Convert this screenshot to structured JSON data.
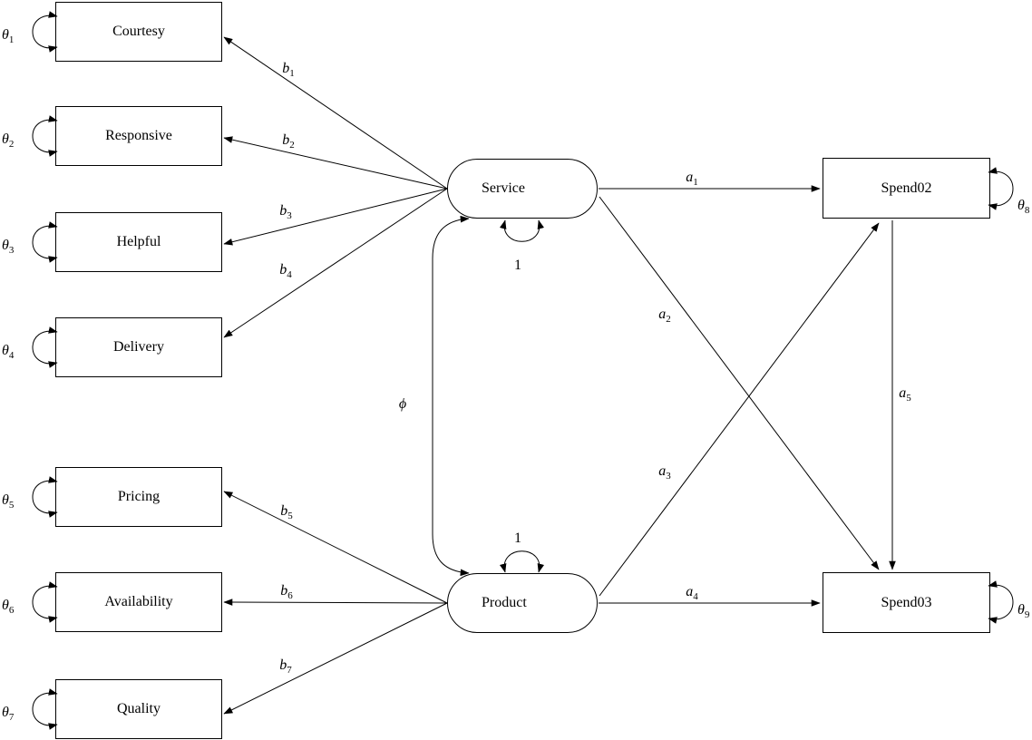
{
  "colors": {
    "ink": "#000000",
    "background": "#ffffff"
  },
  "nodes": {
    "courtesy": {
      "label": "Courtesy"
    },
    "responsive": {
      "label": "Responsive"
    },
    "helpful": {
      "label": "Helpful"
    },
    "delivery": {
      "label": "Delivery"
    },
    "pricing": {
      "label": "Pricing"
    },
    "availability": {
      "label": "Availability"
    },
    "quality": {
      "label": "Quality"
    },
    "service": {
      "label": "Service"
    },
    "product": {
      "label": "Product"
    },
    "spend02": {
      "label": "Spend02"
    },
    "spend03": {
      "label": "Spend03"
    }
  },
  "error_terms": {
    "theta1": {
      "base": "θ",
      "sub": "1"
    },
    "theta2": {
      "base": "θ",
      "sub": "2"
    },
    "theta3": {
      "base": "θ",
      "sub": "3"
    },
    "theta4": {
      "base": "θ",
      "sub": "4"
    },
    "theta5": {
      "base": "θ",
      "sub": "5"
    },
    "theta6": {
      "base": "θ",
      "sub": "6"
    },
    "theta7": {
      "base": "θ",
      "sub": "7"
    },
    "theta8": {
      "base": "θ",
      "sub": "8"
    },
    "theta9": {
      "base": "θ",
      "sub": "9"
    }
  },
  "edge_labels": {
    "b1": {
      "base": "b",
      "sub": "1"
    },
    "b2": {
      "base": "b",
      "sub": "2"
    },
    "b3": {
      "base": "b",
      "sub": "3"
    },
    "b4": {
      "base": "b",
      "sub": "4"
    },
    "b5": {
      "base": "b",
      "sub": "5"
    },
    "b6": {
      "base": "b",
      "sub": "6"
    },
    "b7": {
      "base": "b",
      "sub": "7"
    },
    "a1": {
      "base": "a",
      "sub": "1"
    },
    "a2": {
      "base": "a",
      "sub": "2"
    },
    "a3": {
      "base": "a",
      "sub": "3"
    },
    "a4": {
      "base": "a",
      "sub": "4"
    },
    "a5": {
      "base": "a",
      "sub": "5"
    },
    "phi": {
      "base": "ϕ",
      "sub": ""
    },
    "service_variance": "1",
    "product_variance": "1"
  }
}
